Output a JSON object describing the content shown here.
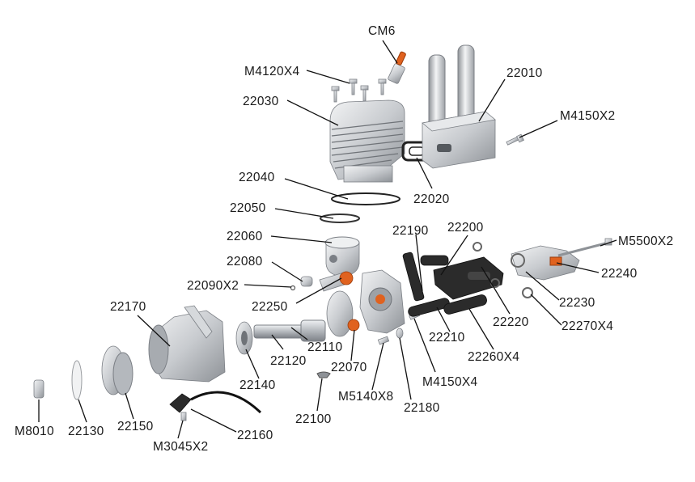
{
  "colors": {
    "metal": "#c8cbcf",
    "metal_dark": "#8e9297",
    "rubber": "#2b2b2b",
    "accent": "#e0621f",
    "text": "#1a1a1a"
  },
  "labels": {
    "cm6": "CM6",
    "m4120x4": "M4120X4",
    "p22030": "22030",
    "p22010": "22010",
    "m4150x2": "M4150X2",
    "p22040": "22040",
    "p22020": "22020",
    "p22050": "22050",
    "p22060": "22060",
    "p22190": "22190",
    "p22200": "22200",
    "m5500x2": "M5500X2",
    "p22080": "22080",
    "p22240": "22240",
    "p22090x2": "22090X2",
    "p22250": "22250",
    "p22230": "22230",
    "p22170": "22170",
    "p22270x4": "22270X4",
    "p22210": "22210",
    "p22220": "22220",
    "p22110": "22110",
    "p22120": "22120",
    "p22260x4": "22260X4",
    "p22070": "22070",
    "p22140": "22140",
    "m4150x4": "M4150X4",
    "m5140x8": "M5140X8",
    "p22180": "22180",
    "p22100": "22100",
    "m8010": "M8010",
    "p22130": "22130",
    "p22150": "22150",
    "p22160": "22160",
    "m3045x2": "M3045X2"
  }
}
